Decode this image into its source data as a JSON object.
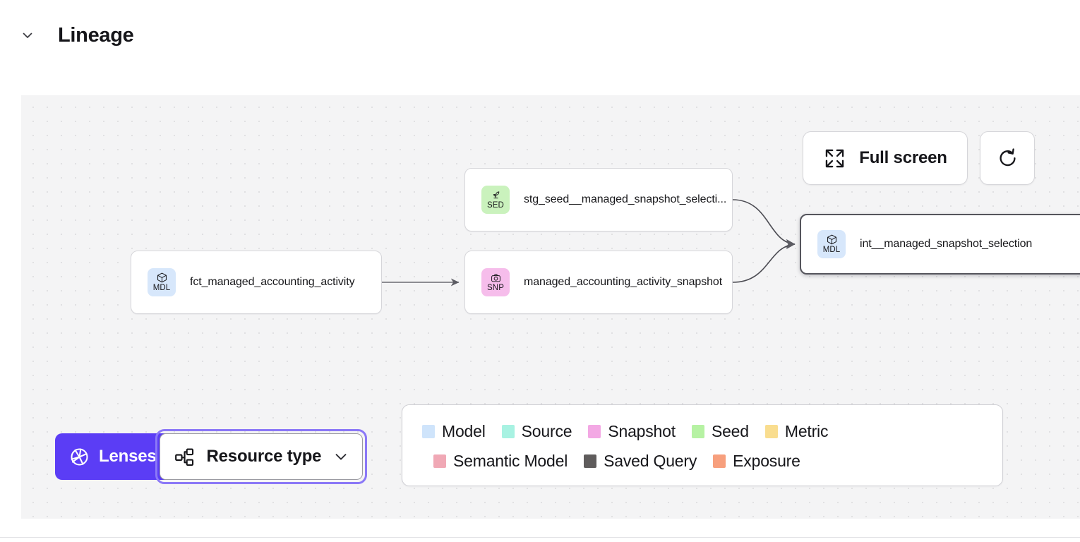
{
  "section": {
    "title": "Lineage",
    "collapse_icon": "chevron-down-icon"
  },
  "canvas": {
    "toolbar": {
      "fullscreen_label": "Full screen",
      "fullscreen_icon": "expand-arrows-icon",
      "reset_icon": "refresh-icon"
    },
    "nodes": [
      {
        "id": "fct",
        "label": "fct_managed_accounting_activity",
        "badge_text": "MDL",
        "badge_icon": "cube-icon",
        "type": "Model",
        "badge_color": "#d7e7fb",
        "selected": false
      },
      {
        "id": "stg",
        "label": "stg_seed__managed_snapshot_selecti...",
        "badge_text": "SED",
        "badge_icon": "sprout-icon",
        "type": "Seed",
        "badge_color": "#caf2bd",
        "selected": false
      },
      {
        "id": "snap",
        "label": "managed_accounting_activity_snapshot",
        "badge_text": "SNP",
        "badge_icon": "camera-icon",
        "type": "Snapshot",
        "badge_color": "#f6bdeb",
        "selected": false
      },
      {
        "id": "int",
        "label": "int__managed_snapshot_selection",
        "badge_text": "MDL",
        "badge_icon": "cube-icon",
        "type": "Model",
        "badge_color": "#d7e7fb",
        "selected": true
      }
    ],
    "edges": [
      {
        "from": "fct",
        "to": "snap"
      },
      {
        "from": "stg",
        "to": "int"
      },
      {
        "from": "snap",
        "to": "int"
      }
    ]
  },
  "controls": {
    "lenses_label": "Lenses",
    "lenses_icon": "aperture-icon",
    "lenses_color": "#5b3df5",
    "resource_type_label": "Resource type",
    "resource_type_icon": "hierarchy-icon",
    "resource_type_chevron": "chevron-down-icon",
    "focus_ring_color": "#8b78f7"
  },
  "legend": {
    "row_1": [
      {
        "label": "Model",
        "color": "#cfe4fb"
      },
      {
        "label": "Source",
        "color": "#a8f2e2"
      },
      {
        "label": "Snapshot",
        "color": "#f3a8e4"
      },
      {
        "label": "Seed",
        "color": "#b6f2a3"
      },
      {
        "label": "Metric",
        "color": "#f9dd8f"
      }
    ],
    "row_2": [
      {
        "label": "Semantic Model",
        "color": "#f0a8b5"
      },
      {
        "label": "Saved Query",
        "color": "#5f5c5c"
      },
      {
        "label": "Exposure",
        "color": "#f79f7d"
      }
    ]
  }
}
